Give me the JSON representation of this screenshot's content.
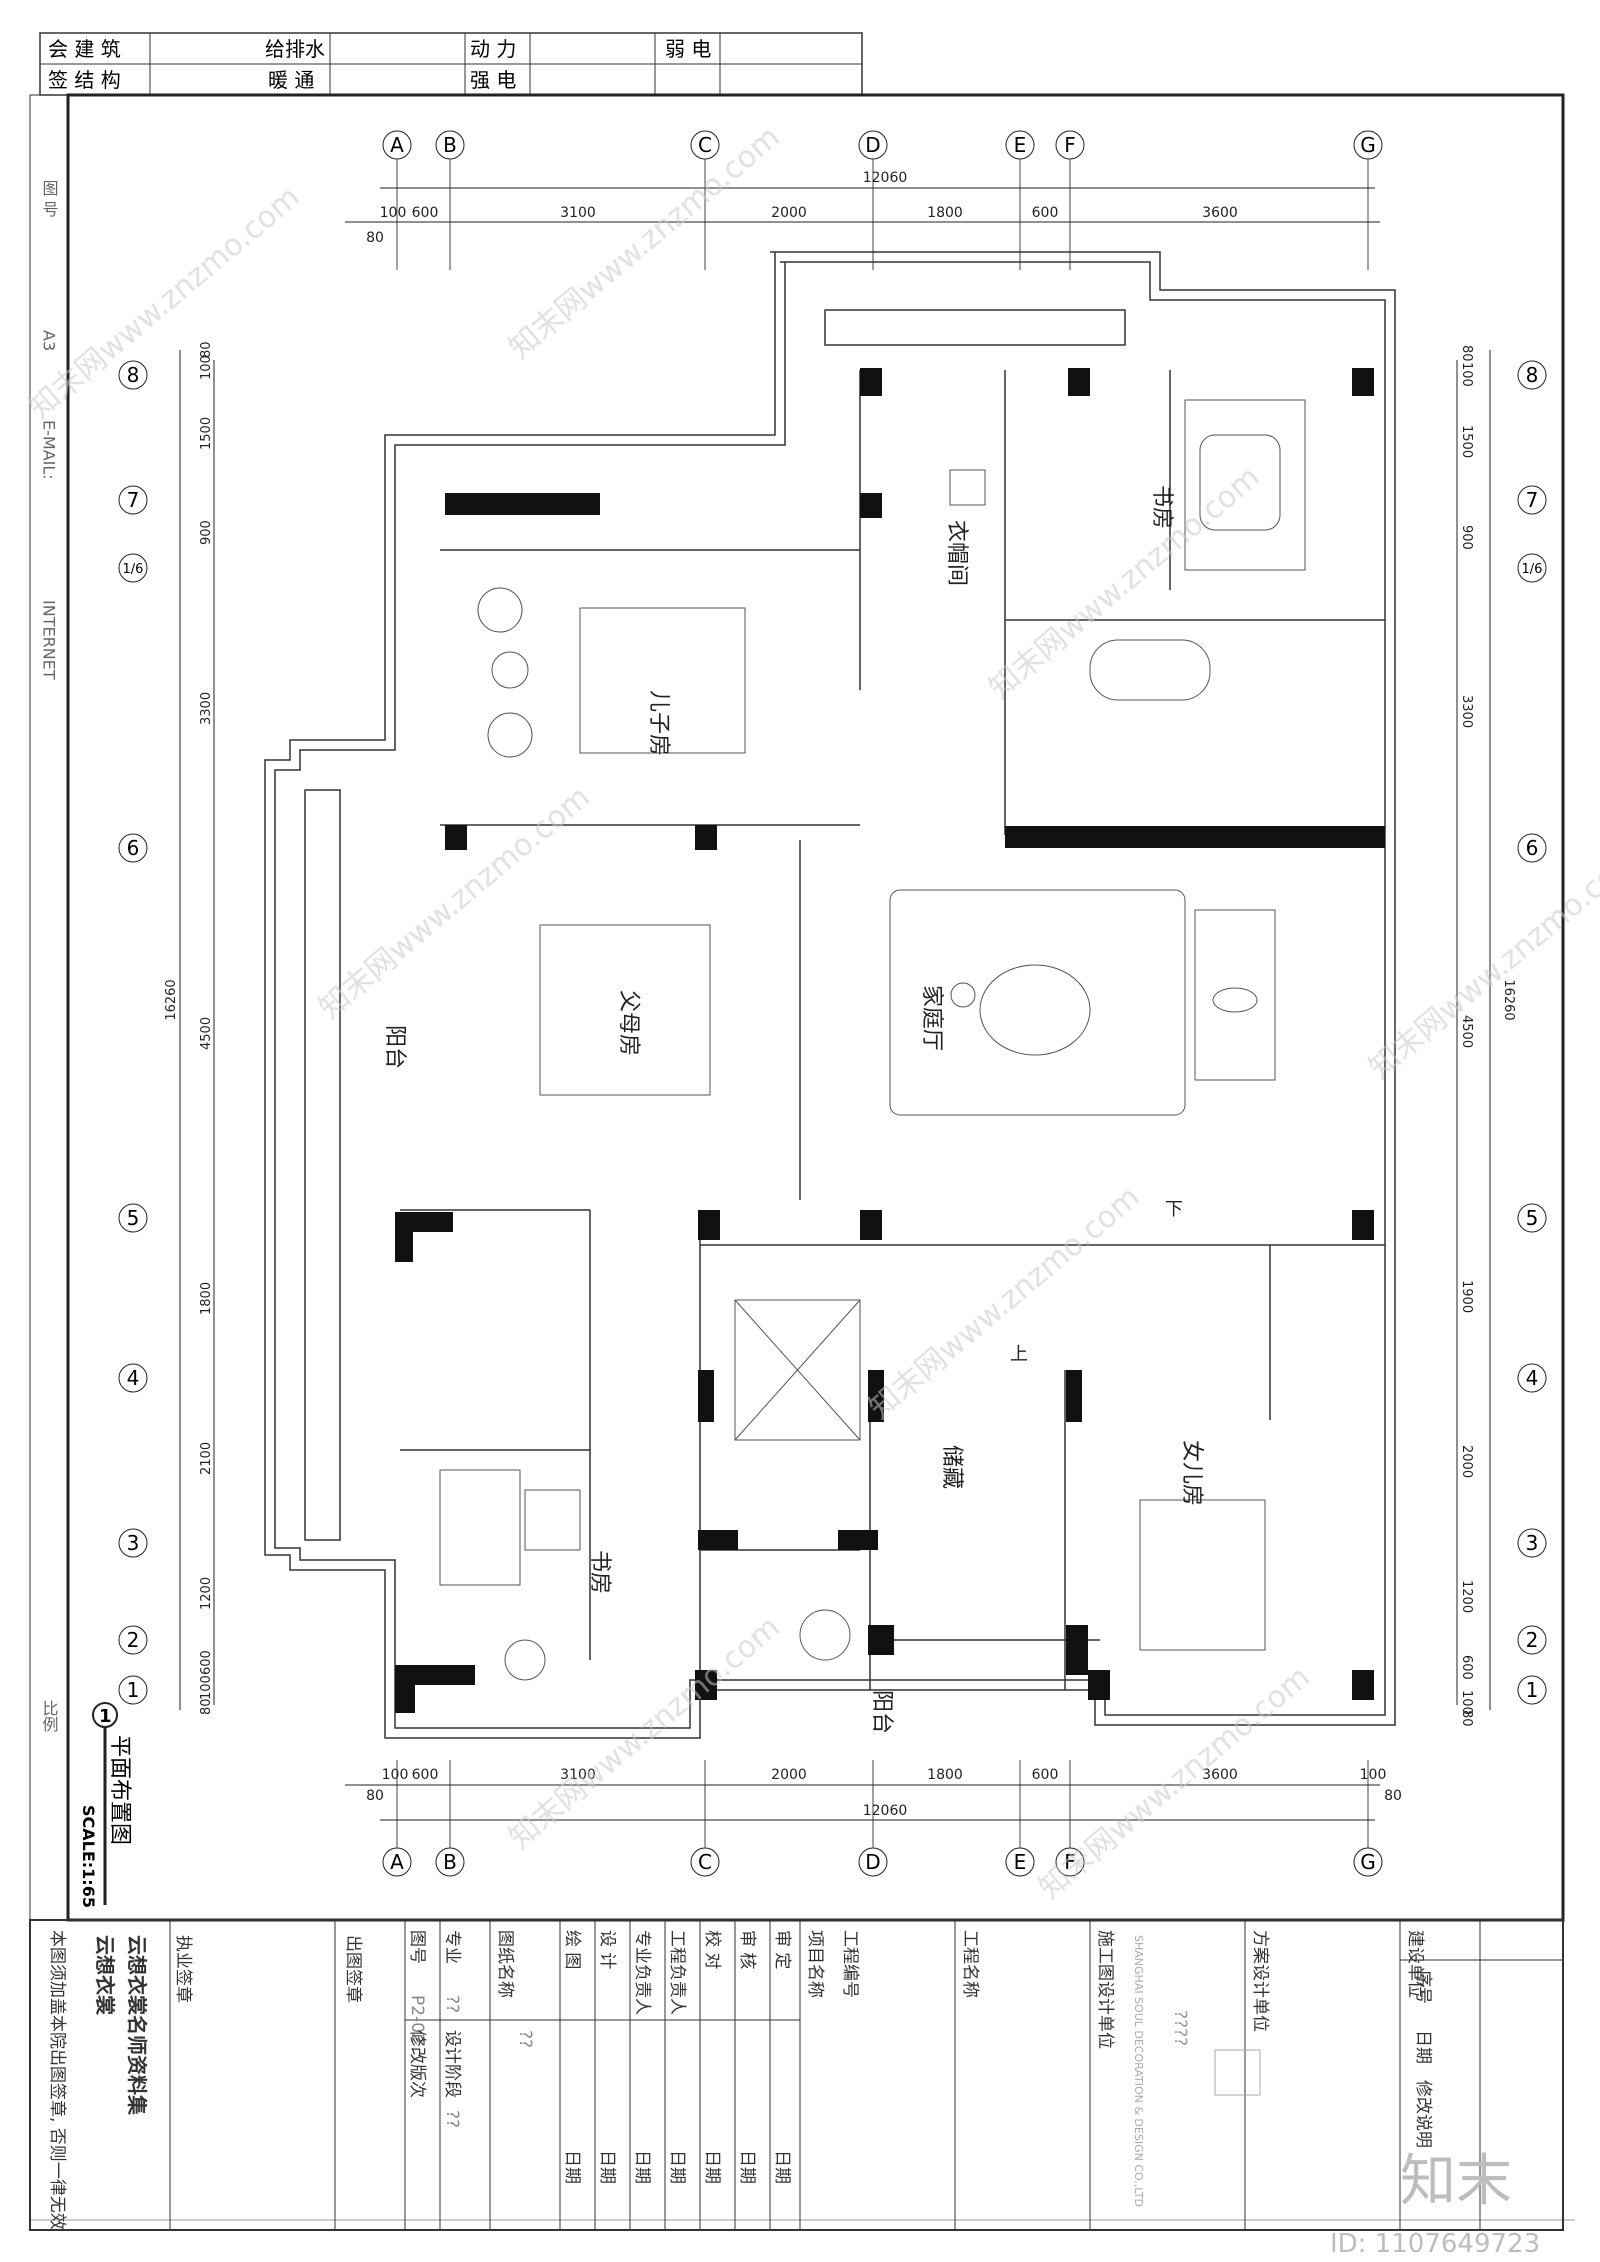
{
  "top_signoff": {
    "row1": [
      "会 建 筑",
      "给排水",
      "动 力",
      "弱 电"
    ],
    "row2": [
      "签 结 构",
      "暖 通",
      "强 电"
    ]
  },
  "left_strip": {
    "drawing_no": "图 号",
    "paper": "A3",
    "email": "E-MAIL:",
    "internet": "INTERNET",
    "scale_word": "比例"
  },
  "axes": {
    "letters": [
      "A",
      "B",
      "C",
      "D",
      "E",
      "F",
      "G"
    ],
    "numbers": [
      "8",
      "7",
      "1/6",
      "6",
      "5",
      "4",
      "3",
      "2",
      "1"
    ]
  },
  "dims": {
    "overall_h": "12060",
    "segments_h": [
      "100",
      "600",
      "3100",
      "2000",
      "1800",
      "600",
      "3600"
    ],
    "edge_h": "80",
    "edge_h_right": "100",
    "edge_h_right2": "80",
    "overall_v": "16260",
    "segments_v_left": [
      "80",
      "100",
      "1500",
      "900",
      "3300",
      "4500",
      "1800",
      "2100",
      "1200",
      "600",
      "100",
      "80"
    ],
    "segments_v_right": [
      "80",
      "100",
      "1500",
      "900",
      "3300",
      "4500",
      "1900",
      "2000",
      "1200",
      "600",
      "100",
      "80"
    ]
  },
  "rooms": {
    "cloakroom": "衣帽间",
    "study_top": "书房",
    "son_room": "儿子房",
    "parents_room": "父母房",
    "balcony_left": "阳台",
    "family_hall": "家庭厅",
    "storage": "储藏",
    "daughter_room": "女儿房",
    "study_bottom": "书房",
    "balcony_bottom": "阳台",
    "down": "下",
    "up": "上"
  },
  "title_block": {
    "drawing_title": "平面布置图",
    "scale": "SCALE:1:65",
    "index": "1",
    "seal_note": "本图须加盖本院出图签章, 否则一律无效",
    "logo_line1": "云想衣裳",
    "logo_line2": "云想衣裳名师资料集",
    "col_license": "执业签章",
    "col_issue": "出图签章",
    "drawing_no_label": "图号",
    "drawing_no_value": "P2-02",
    "major_label": "专业",
    "major_value": "??",
    "revision_label": "修改版次",
    "phase_label": "设计阶段",
    "phase_value": "??",
    "sheet_name_label": "图纸名称",
    "sheet_name_value": "??",
    "draw_label": "绘 图",
    "design_label": "设 计",
    "major_lead_label": "专业负责人",
    "project_lead_label": "工程负责人",
    "check_label": "校 对",
    "review_label": "审 核",
    "approve_label": "审 定",
    "date_label": "日期",
    "project_name_label": "项目名称",
    "project_no_label": "工程编号",
    "project_label": "工程名称",
    "construction_unit": "施工图设计单位",
    "design_unit": "方案设计单位",
    "design_unit_value": "????",
    "client_label": "建设单位",
    "seq_label": "序号",
    "date_col": "日期",
    "change_note": "修改说明",
    "company_en": "SHANGHAI SOUL DECORATION & DESIGN CO.,LTD"
  },
  "watermark": {
    "site": "知末网www.znzmo.com",
    "brand": "知末",
    "id": "ID: 1107649723"
  }
}
